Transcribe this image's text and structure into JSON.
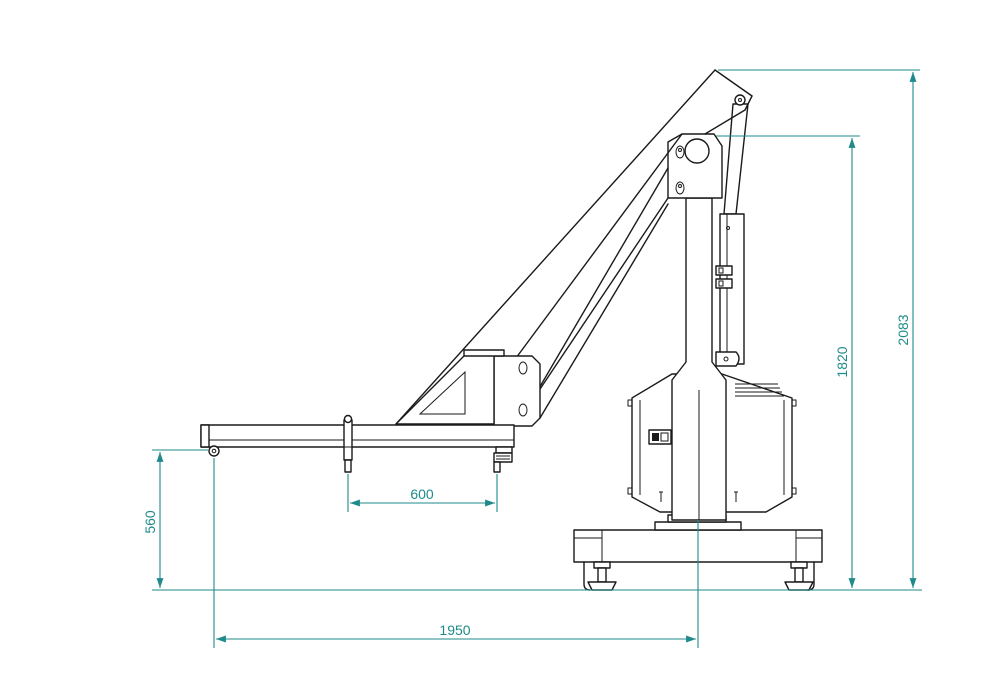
{
  "dimensions": {
    "total_height": "2083",
    "mast_height": "1820",
    "hook_height": "560",
    "reach": "1950",
    "hook_spacing": "600"
  },
  "colors": {
    "line": "#1a1a1a",
    "dimension": "#1f8a8a",
    "background": "#ffffff"
  }
}
